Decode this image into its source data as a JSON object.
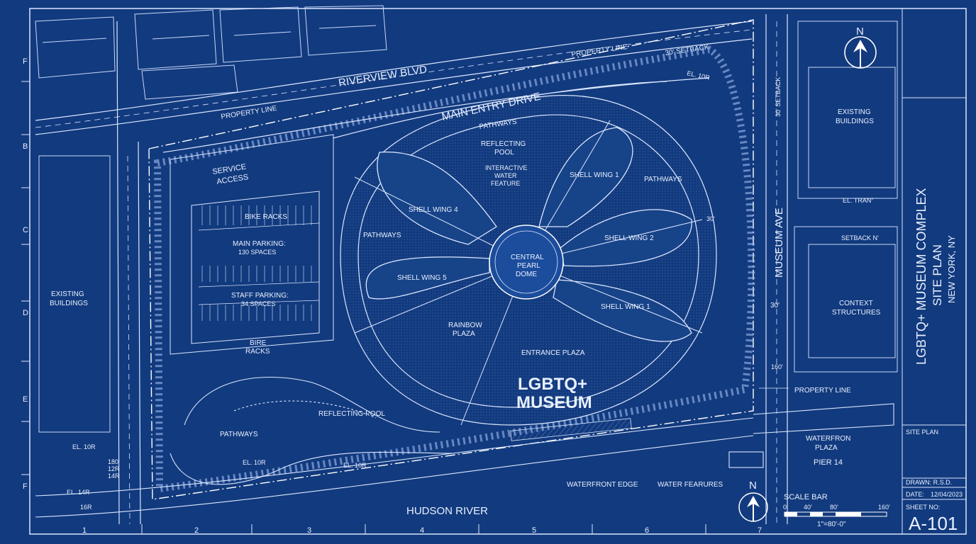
{
  "colors": {
    "background": "#123a7e",
    "line": "#dbe7ff",
    "fill": "#1a4a96"
  },
  "grid": {
    "rows": [
      "F",
      "B",
      "C",
      "D",
      "E",
      "F"
    ],
    "cols": [
      "1",
      "2",
      "3",
      "4",
      "5",
      "6",
      "7"
    ]
  },
  "labels": {
    "riverview_blvd": "RIVERVIEW BLVD",
    "property_line_top": "PROPERTY LINE",
    "property_line_left": "PROPERTY LINE",
    "property_line_right": "PROPERTY LINE",
    "setback_top": "30' SETBACK",
    "setback_side": "30' SETBACK",
    "main_entry_drive": "MAIN ENTRY DRIVE",
    "el_10r_top": "EL. 10R",
    "pathways_top": "PATHWAYS",
    "pathways_right": "PATHWAYS",
    "pathways_left": "PATHWAYS",
    "pathways_bottom": "PATHWAYS",
    "reflecting_pool_top": "REFLECTING\nPOOL",
    "reflecting_pool_top_1": "REFLECTING",
    "reflecting_pool_top_2": "POOL",
    "interactive_1": "INTERACTIVE",
    "interactive_2": "WATER",
    "interactive_3": "FEATURE",
    "shell_wing_1_top": "SHELL WING 1",
    "shell_wing_2": "SHELL WING 2",
    "shell_wing_1_bottom": "SHELL WING 1",
    "shell_wing_4": "SHELL WING 4",
    "shell_wing_5": "SHELL WING 5",
    "central_1": "CENTRAL",
    "central_2": "PEARL",
    "central_3": "DOME",
    "rainbow_1": "RAINBOW",
    "rainbow_2": "PLAZA",
    "entrance_plaza": "ENTRANCE PLAZA",
    "museum_1": "LGBTQ+",
    "museum_2": "MUSEUM",
    "service_1": "SERVICE",
    "service_2": "ACCESS",
    "bike_racks_top": "BIKE RACKS",
    "main_parking_1": "MAIN PARKING:",
    "main_parking_2": "130 SPACES",
    "staff_parking_1": "STAFF PARKING:",
    "staff_parking_2": "34 SPACES",
    "bike_racks_bottom_1": "BIRE",
    "bike_racks_bottom_2": "RACKS",
    "existing_left_1": "EXISTING",
    "existing_left_2": "BUILDINGS",
    "existing_right_1": "EXISTING",
    "existing_right_2": "BUILDINGS",
    "el_tran": "EL. TRAN\"",
    "setback_n": "SETBACK N'",
    "museum_ave": "MUSEUM AVE",
    "context_1": "CONTEXT",
    "context_2": "STRUCTURES",
    "dim_30_a": "30'",
    "dim_30_b": "30'",
    "dim_160": "160'",
    "reflecting_pool_bottom": "REFLECTING POOL",
    "el_10r_left": "EL. 10R",
    "el_10r_mid": "EL. 10R",
    "el_10r_bottom": "EL. 10R",
    "el_180": "180",
    "el_12r": "12R",
    "el_14r": "14R",
    "el_14r_b": "EL. 14R",
    "el_16r": "16R",
    "waterfront_1": "WATERFRON",
    "waterfront_2": "PLAZA",
    "pier_14": "PIER 14",
    "waterfront_edge": "WATERFRONT EDGE",
    "water_features": "WATER FEARURES",
    "hudson_river": "HUDSON RIVER",
    "north": "N",
    "scale_bar": "SCALE BAR",
    "scale_0": "0'",
    "scale_40": "40'",
    "scale_80": "80'",
    "scale_160": "160'",
    "scale_ratio": "1\"=80'-0\""
  },
  "title_block": {
    "title_1": "LGBTQ+ MUSEUM COMPLEX",
    "title_2": "SITE PLAN",
    "title_3": "NEW YORK, NY",
    "sheet_name": "SITE PLAN",
    "drawn": "DRAWN: R.S.D.",
    "date_label": "DATE:",
    "date_value": "12/04/2023",
    "sheet_no_label": "SHEET NO:",
    "sheet_no": "A-101"
  }
}
